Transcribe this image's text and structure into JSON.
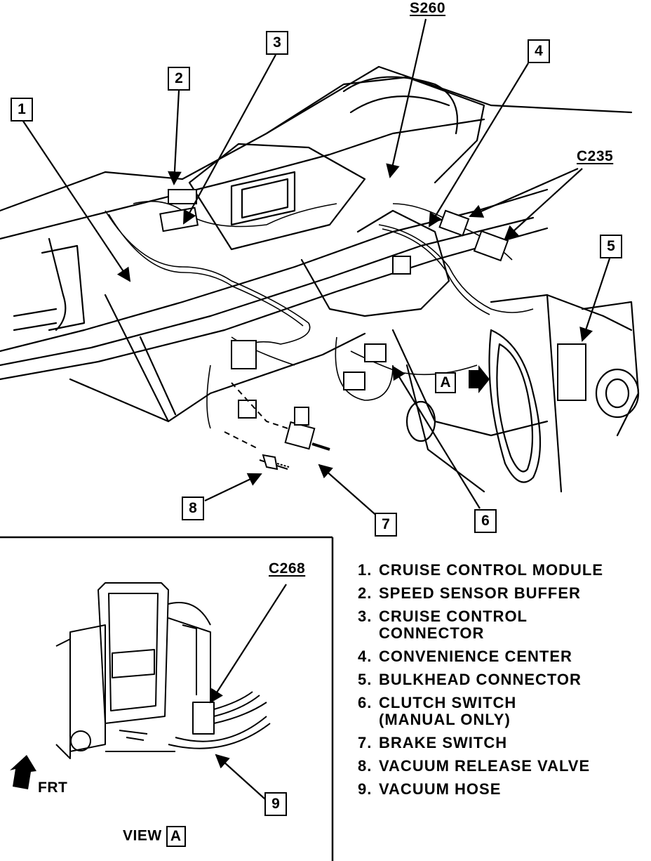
{
  "callouts": [
    "1",
    "2",
    "3",
    "4",
    "5",
    "6",
    "7",
    "8",
    "9"
  ],
  "connectors": {
    "s260": "S260",
    "c235": "C235",
    "c268": "C268"
  },
  "view_marker": "A",
  "view_label": "VIEW",
  "front_label": "FRT",
  "legend": [
    {
      "num": "1.",
      "text": "CRUISE CONTROL MODULE"
    },
    {
      "num": "2.",
      "text": "SPEED SENSOR BUFFER"
    },
    {
      "num": "3.",
      "text": "CRUISE CONTROL\nCONNECTOR"
    },
    {
      "num": "4.",
      "text": "CONVENIENCE CENTER"
    },
    {
      "num": "5.",
      "text": "BULKHEAD CONNECTOR"
    },
    {
      "num": "6.",
      "text": "CLUTCH SWITCH\n(MANUAL ONLY)"
    },
    {
      "num": "7.",
      "text": "BRAKE SWITCH"
    },
    {
      "num": "8.",
      "text": "VACUUM RELEASE VALVE"
    },
    {
      "num": "9.",
      "text": "VACUUM HOSE"
    }
  ]
}
